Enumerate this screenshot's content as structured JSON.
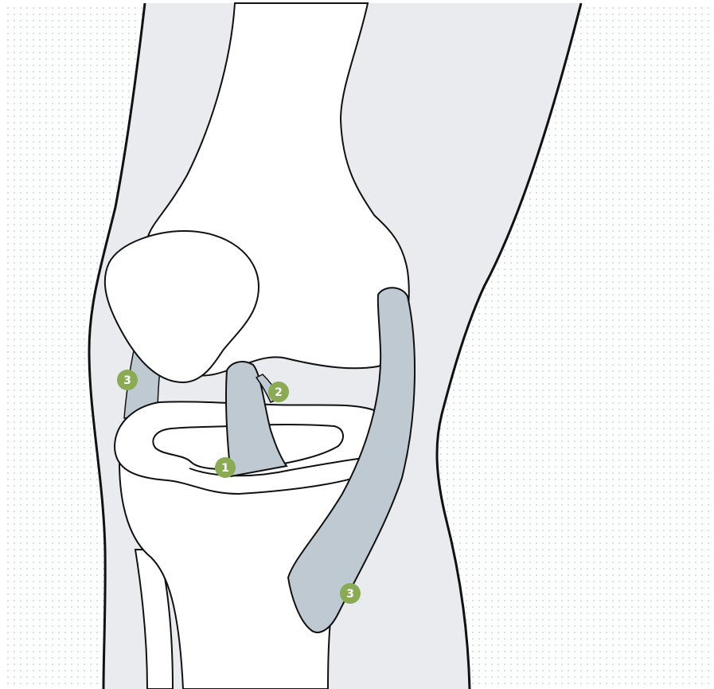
{
  "colors": {
    "background": "#ffffff",
    "dot_pattern": "#c9d6df",
    "skin": "#e9ebee",
    "bone": "#ffffff",
    "ligament": "#bfc9d2",
    "outline": "#111111",
    "marker": "#8aab53"
  },
  "markers": [
    {
      "id": "marker-1",
      "label": "1"
    },
    {
      "id": "marker-2",
      "label": "2"
    },
    {
      "id": "marker-3-left",
      "label": "3"
    },
    {
      "id": "marker-3-right",
      "label": "3"
    }
  ]
}
